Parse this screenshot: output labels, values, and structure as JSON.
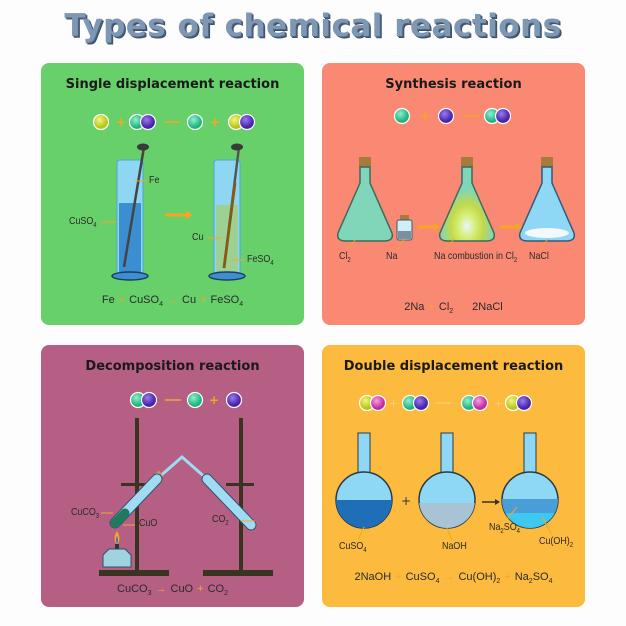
{
  "title": "Types of chemical reactions",
  "colors": {
    "green_panel": "#67d06b",
    "salmon_panel": "#fa8973",
    "purple_panel": "#b55f84",
    "yellow_panel": "#fcbb3e",
    "atom_yellow": "#d9e23a",
    "atom_teal": "#3fd9a1",
    "atom_purple": "#6a3fd0",
    "atom_pink": "#e84fc4",
    "arrow_orange": "#f5a623"
  },
  "single_displacement": {
    "title": "Single displacement reaction",
    "labels": {
      "fe": "Fe",
      "cuso4": "CuSO",
      "cuso4_sub": "4",
      "cu": "Cu",
      "feso4": "FeSO",
      "feso4_sub": "4"
    },
    "equation": {
      "t1": "Fe",
      "op1": "+",
      "t2": "CuSO",
      "t2_sub": "4",
      "op2": "→",
      "t3": "Cu",
      "op3": "+",
      "t4": "FeSO",
      "t4_sub": "4"
    }
  },
  "synthesis": {
    "title": "Synthesis reaction",
    "labels": {
      "cl2": "Cl",
      "cl2_sub": "2",
      "na": "Na",
      "combustion": "Na combustion in Cl",
      "combustion_sub": "2",
      "nacl": "NaCl"
    },
    "equation": {
      "t1": "2Na",
      "op1": "+",
      "t2": "Cl",
      "t2_sub": "2",
      "op2": "→",
      "t3": "2NaCl"
    }
  },
  "decomposition": {
    "title": "Decomposition reaction",
    "labels": {
      "cuco3": "CuCO",
      "cuco3_sub": "3",
      "cuo": "CuO",
      "co2": "CO",
      "co2_sub": "2"
    },
    "equation": {
      "t1": "CuCO",
      "t1_sub": "3",
      "op1": "→",
      "t2": "CuO",
      "op2": "+",
      "t3": "CO",
      "t3_sub": "2"
    }
  },
  "double_displacement": {
    "title": "Double displacement reaction",
    "labels": {
      "cuso4": "CuSO",
      "cuso4_sub": "4",
      "naoh": "NaOH",
      "na2so4": "Na",
      "na2so4_mid": "2",
      "na2so4_end": "SO",
      "na2so4_sub": "4",
      "cuoh2": "Cu(OH)",
      "cuoh2_sub": "2"
    },
    "plus": "+",
    "equation": {
      "t1": "2NaOH",
      "op1": "+",
      "t2": "CuSO",
      "t2_sub": "4",
      "op2": "→",
      "t3": "Cu(OH)",
      "t3_sub": "2",
      "op3": "+",
      "t4": "Na",
      "t4_mid": "2",
      "t4_end": "SO",
      "t4_sub": "4"
    }
  }
}
